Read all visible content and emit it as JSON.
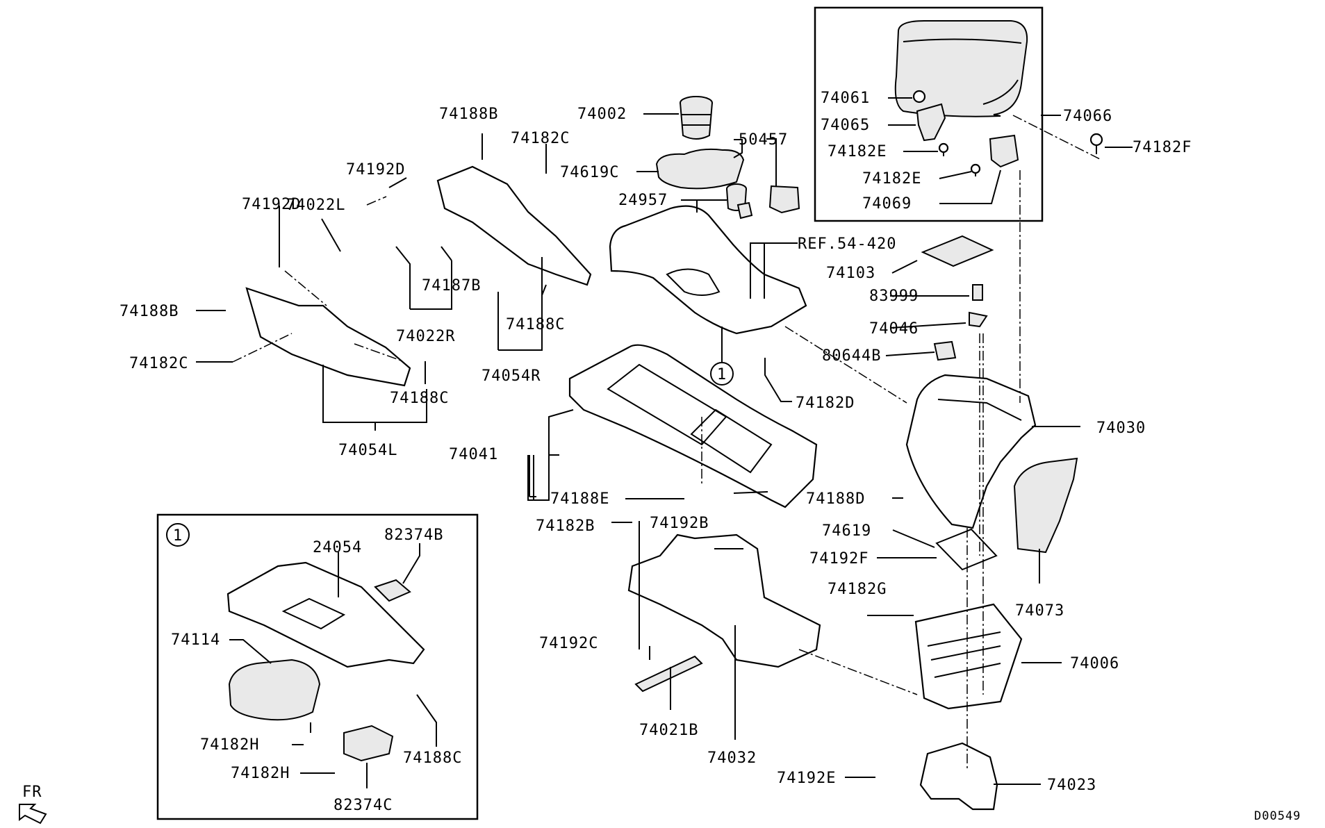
{
  "diagram": {
    "drawing_code": "D00549",
    "direction_label": "FR",
    "callout_main": "1",
    "inset_callout": "1",
    "parts": {
      "p74188B_a": "74188B",
      "p74182C_a": "74182C",
      "p74002": "74002",
      "p50457": "50457",
      "p74619C": "74619C",
      "p24957": "24957",
      "pREF": "REF.54-420",
      "p74192D_a": "74192D",
      "p74192D_b": "74192D",
      "p74022L": "74022L",
      "p74187B": "74187B",
      "p74188B_b": "74188B",
      "p74022R": "74022R",
      "p74188C_a": "74188C",
      "p74182C_b": "74182C",
      "p74054R": "74054R",
      "p74188C_b": "74188C",
      "p74054L": "74054L",
      "p74041": "74041",
      "p74188E": "74188E",
      "p74182D": "74182D",
      "p80644B": "80644B",
      "p74061": "74061",
      "p74065": "74065",
      "p74066": "74066",
      "p74182E_a": "74182E",
      "p74182F": "74182F",
      "p74182E_b": "74182E",
      "p74069": "74069",
      "p74103": "74103",
      "p83999": "83999",
      "p74046": "74046",
      "p74030": "74030",
      "p74188D": "74188D",
      "p74619": "74619",
      "p74192F": "74192F",
      "p74073": "74073",
      "p74182G": "74182G",
      "p74006": "74006",
      "p74182B": "74182B",
      "p74192B": "74192B",
      "p74192C": "74192C",
      "p74021B": "74021B",
      "p74032": "74032",
      "p74192E": "74192E",
      "p74023": "74023",
      "p24054": "24054",
      "p82374B": "82374B",
      "p74114": "74114",
      "p74182H_a": "74182H",
      "p74188C_c": "74188C",
      "p74182H_b": "74182H",
      "p82374C": "82374C"
    }
  }
}
